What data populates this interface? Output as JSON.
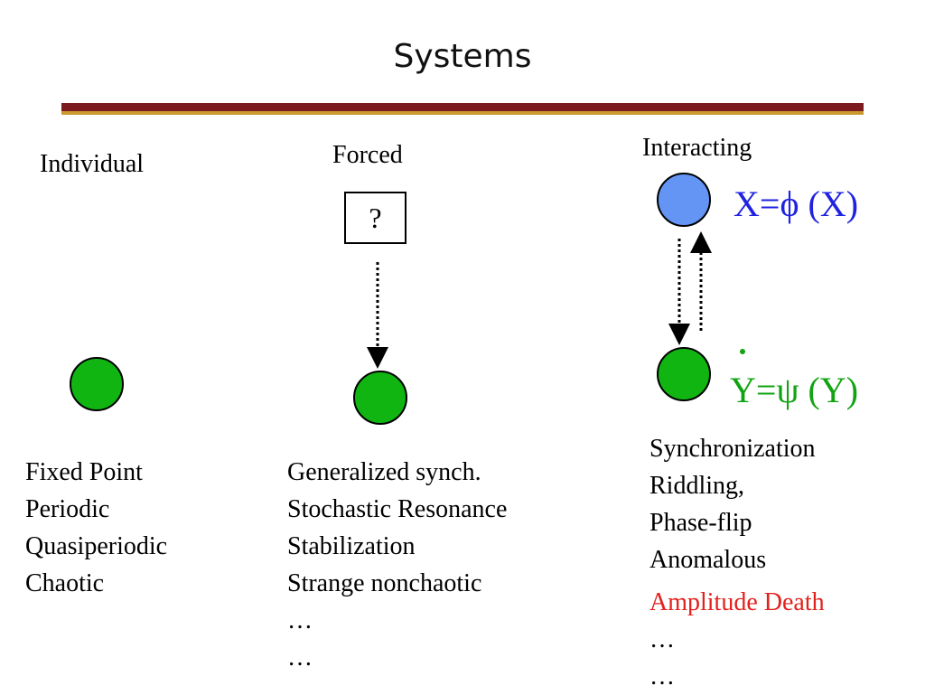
{
  "slide": {
    "title": "Systems",
    "columns": {
      "individual": {
        "heading": "Individual",
        "items": [
          "Fixed Point",
          "Periodic",
          "Quasiperiodic",
          "Chaotic"
        ]
      },
      "forced": {
        "heading": "Forced",
        "box_label": "?",
        "items": [
          "Generalized synch.",
          "Stochastic Resonance",
          "Stabilization",
          "Strange nonchaotic",
          "…",
          "…"
        ]
      },
      "interacting": {
        "heading": "Interacting",
        "equation_x": "X=ϕ (X)",
        "equation_y": "Y=ψ (Y)",
        "items": [
          "Synchronization",
          "Riddling,",
          "Phase-flip",
          "Anomalous"
        ],
        "highlight": "Amplitude Death",
        "trailing": [
          "…",
          "…"
        ]
      }
    }
  },
  "colors": {
    "title_rule_dark": "#7b1a1f",
    "title_rule_gold": "#c99a2e",
    "node_green": "#11b511",
    "node_blue": "#6495f5",
    "highlight_red": "#e3211c",
    "equation_blue": "#1f22e0",
    "equation_green": "#11a311"
  }
}
